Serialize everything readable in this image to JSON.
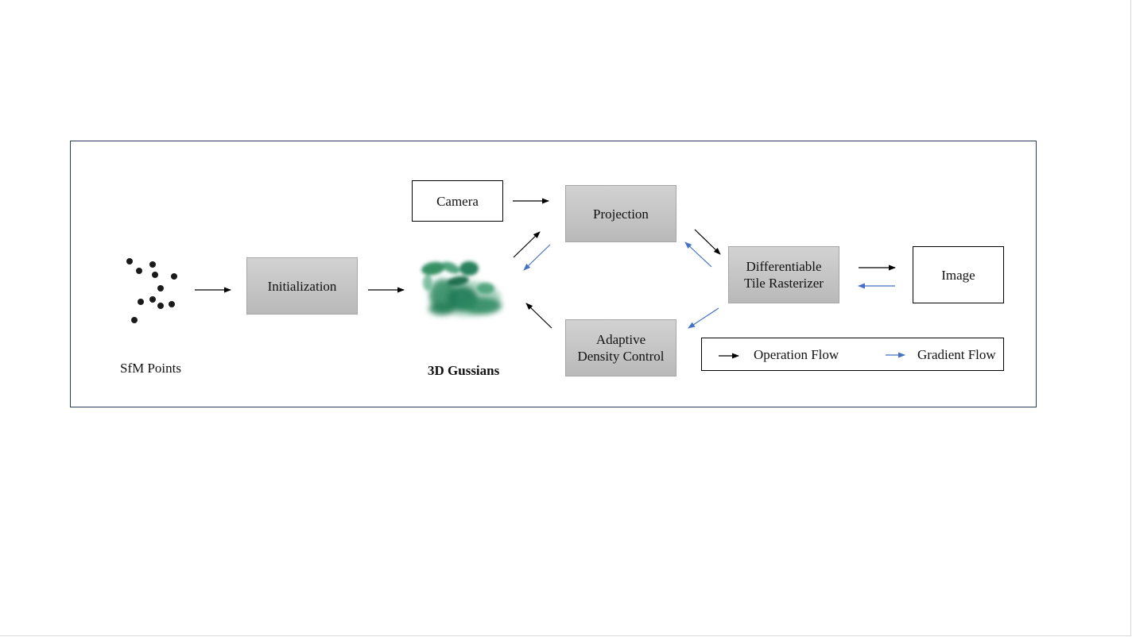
{
  "diagram": {
    "nodes": {
      "sfm_points": "SfM Points",
      "initialization": "Initialization",
      "gaussians": "3D Gussians",
      "camera": "Camera",
      "projection": "Projection",
      "rasterizer_line1": "Differentiable",
      "rasterizer_line2": "Tile Rasterizer",
      "image": "Image",
      "density_line1": "Adaptive",
      "density_line2": "Density Control"
    },
    "legend": {
      "operation": "Operation Flow",
      "gradient": "Gradient Flow"
    },
    "colors": {
      "operation_arrow": "#000000",
      "gradient_arrow": "#4472c4",
      "gaussian_green": "#1f7a55",
      "process_box": "#c8c8c8",
      "frame_border": "#2f3b5c"
    }
  }
}
